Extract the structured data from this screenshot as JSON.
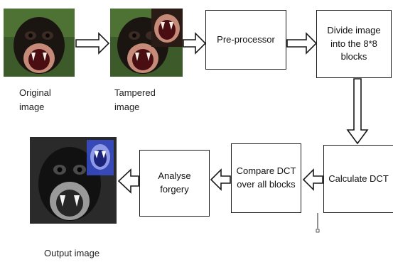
{
  "steps": {
    "preprocessor": "Pre-processor",
    "divide": "Divide image\ninto the 8*8\nblocks",
    "calculate": "Calculate DCT",
    "compare": "Compare DCT\nover all blocks",
    "analyse": "Analyse\nforgery"
  },
  "captions": {
    "original": "Original\nimage",
    "tampered": "Tampered\nimage",
    "output": "Output image"
  },
  "icons": {
    "original": "chimpanzee-face-photo",
    "tampered": "chimpanzee-face-photo-with-pasted-mouth",
    "output": "grayscale-chimpanzee-photo-with-highlighted-forgery-region"
  },
  "colors": {
    "forgery_highlight": "#3a4fd0"
  }
}
